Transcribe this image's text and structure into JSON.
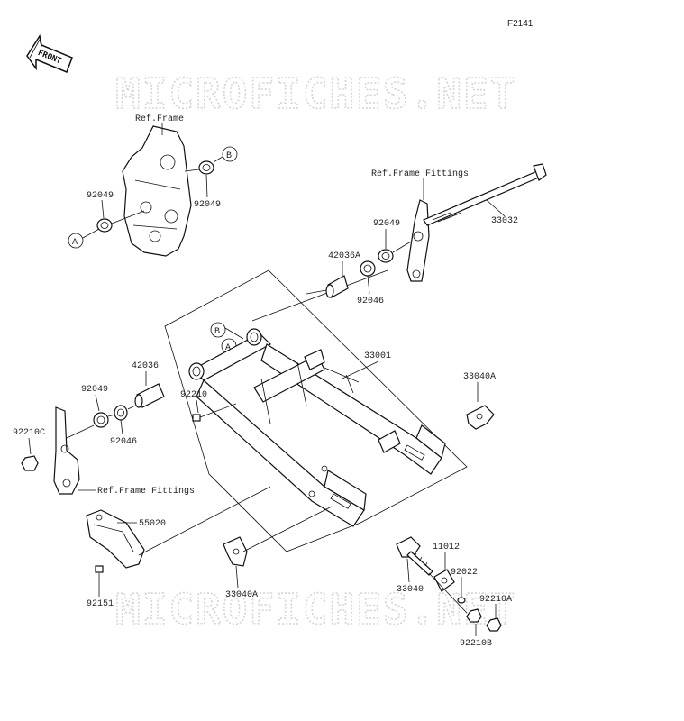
{
  "figure_id": "F2141",
  "watermark": "MICROFICHES.NET",
  "front_arrow": "FRONT",
  "callouts": {
    "a": "A",
    "b": "B"
  },
  "refs": {
    "frame": "Ref.Frame",
    "frame_fittings_top": "Ref.Frame Fittings",
    "frame_fittings_left": "Ref.Frame Fittings"
  },
  "parts": {
    "p92049_a": "92049",
    "p92049_b": "92049",
    "p92049_c": "92049",
    "p92049_d": "92049",
    "p33032": "33032",
    "p42036a": "42036A",
    "p92046_a": "92046",
    "p92046_b": "92046",
    "p33001": "33001",
    "p42036": "42036",
    "p92210": "92210",
    "p33040a_r": "33040A",
    "p92210c": "92210C",
    "p55020": "55020",
    "p92151": "92151",
    "p33040a_b": "33040A",
    "p33040": "33040",
    "p11012": "11012",
    "p92022": "92022",
    "p92210a": "92210A",
    "p92210b": "92210B"
  }
}
